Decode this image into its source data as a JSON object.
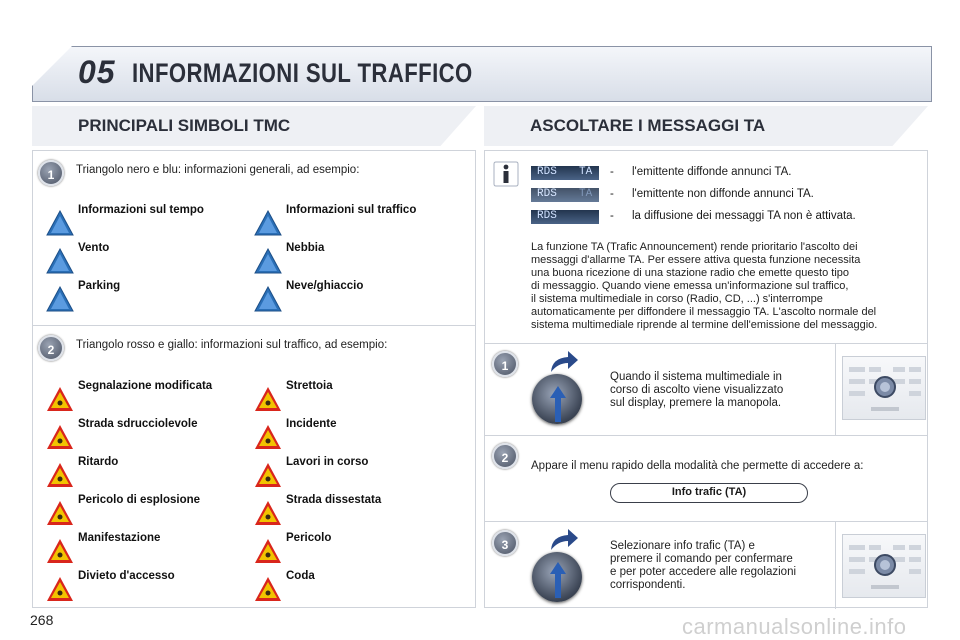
{
  "header": {
    "chapter": "05",
    "title": "INFORMAZIONI SUL TRAFFICO"
  },
  "left": {
    "heading": "PRINCIPALI SIMBOLI TMC",
    "group1": {
      "badge": "1",
      "intro": "Triangolo nero e blu: informazioni generali, ad esempio:",
      "items": [
        "Informazioni sul tempo",
        "Informazioni sul traffico",
        "Vento",
        "Nebbia",
        "Parking",
        "Neve/ghiaccio"
      ]
    },
    "group2": {
      "badge": "2",
      "intro": "Triangolo rosso e giallo: informazioni sul traffico, ad esempio:",
      "items": [
        "Segnalazione modificata",
        "Strettoia",
        "Strada sdrucciolevole",
        "Incidente",
        "Ritardo",
        "Lavori in corso",
        "Pericolo di esplosione",
        "Strada dissestata",
        "Manifestazione",
        "Pericolo",
        "Divieto d'accesso",
        "Coda"
      ]
    }
  },
  "right": {
    "heading": "ASCOLTARE I MESSAGGI TA",
    "rds_label": "RDS",
    "ta_label": "TA",
    "info_lines": [
      "l'emittente diffonde annunci TA.",
      "l'emittente non diffonde annunci TA.",
      "la diffusione dei messaggi TA non è attivata."
    ],
    "description": [
      "La funzione TA (Trafic Announcement) rende prioritario l'ascolto dei",
      "messaggi d'allarme TA. Per essere attiva questa funzione necessita",
      "una buona ricezione di una stazione radio che emette questo tipo",
      "di messaggio. Quando viene emessa un'informazione sul traffico,",
      "il sistema multimediale in corso (Radio, CD, ...) s'interrompe",
      "automaticamente per diffondere il messaggio TA. L'ascolto normale del",
      "sistema multimediale riprende al termine dell'emissione del messaggio."
    ],
    "step1": {
      "badge": "1",
      "text": [
        "Quando il sistema multimediale in",
        "corso di ascolto viene visualizzato",
        "sul display, premere la manopola."
      ]
    },
    "step2": {
      "badge": "2",
      "text": "Appare il menu rapido della modalità che permette di accedere a:",
      "option": "Info trafic (TA)"
    },
    "step3": {
      "badge": "3",
      "text": [
        "Selezionare info trafic (TA) e",
        "premere il comando per confermare",
        "e per poter accedere alle regolazioni",
        "corrispondenti."
      ]
    }
  },
  "footer": {
    "page": "268",
    "watermark": "carmanualsonline.info"
  },
  "colors": {
    "info_triangle": "#2a6fb7",
    "warning_triangle_border": "#d9261c",
    "warning_triangle_fill": "#f2c300"
  }
}
